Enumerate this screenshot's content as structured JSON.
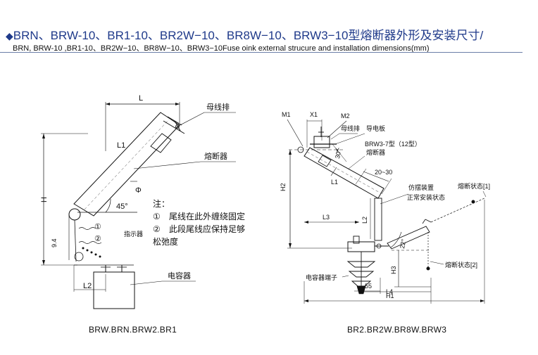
{
  "header": {
    "title": "BRN、BRW-10、BR1-10、BR2W−10、BR8W−10、BRW3−10型熔断器外形及安装尺寸/",
    "subtitle": "BRN, BRW-10 ,BR1-10、BR2W−10、BR8W−10、BRW3−10Fuse oink external strucure and installation dimensions(mm)"
  },
  "left_diagram": {
    "caption": "BRW.BRN.BRW2.BR1",
    "labels": {
      "L": "L",
      "L1": "L1",
      "L2": "L2",
      "H": "H",
      "dim_94": "9.4",
      "angle": "45°",
      "phi": "Φ",
      "busbar": "母线排",
      "fuse": "熔断器",
      "indicator": "指示器",
      "capacitor": "电容器",
      "circle1": "①",
      "circle2": "②"
    },
    "notes": {
      "heading": "注：",
      "items": [
        {
          "num": "①",
          "text": "尾线在此外缠绕固定"
        },
        {
          "num": "②",
          "text": "此段尾线应保持足够"
        }
      ],
      "continuation": "松弛度"
    }
  },
  "right_diagram": {
    "caption": "BR2.BR2W.BR8W.BRW3",
    "labels": {
      "M1": "M1",
      "X1": "X1",
      "M2": "M2",
      "busbar": "母线排",
      "conductor_plate": "导电板",
      "model_note": "BRW3-7型（12型）",
      "fuse": "熔断器",
      "angle30": "30°",
      "y": "Y",
      "dim_20_30": "20~30",
      "L1": "L1",
      "H2": "H2",
      "L3": "L3",
      "L2": "L2",
      "swing_device": "仿摆装置",
      "normal_state": "正常安装状态",
      "blown_state1": "熔断状态[1]",
      "blown_state2": "熔断状态[2]",
      "angle22": "22°",
      "H3": "H3",
      "terminal": "电容器端子",
      "dim_55": "55",
      "L4": "L4",
      "H1": "H1"
    }
  }
}
